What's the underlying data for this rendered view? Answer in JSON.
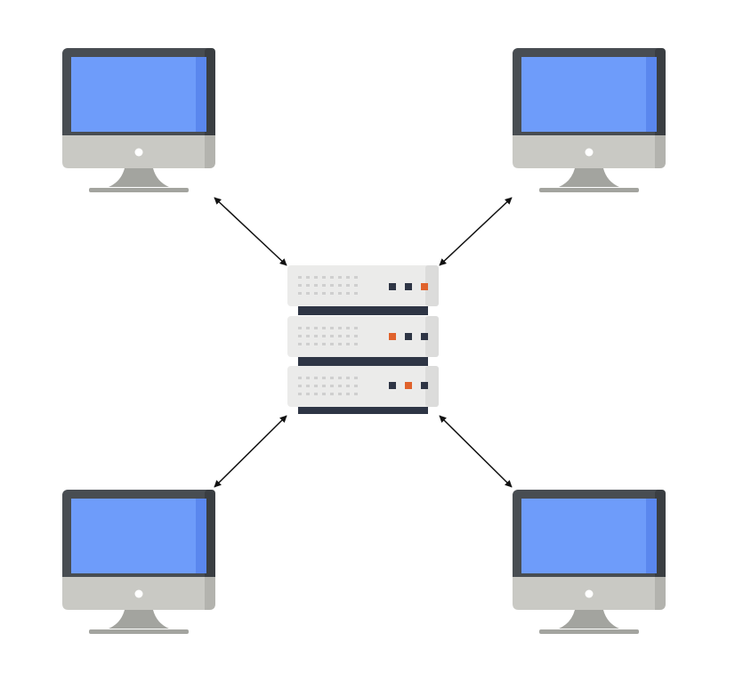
{
  "diagram": {
    "type": "client-server network",
    "nodes": [
      {
        "id": "computer-top-left",
        "kind": "desktop-computer",
        "icon": "monitor-icon"
      },
      {
        "id": "computer-top-right",
        "kind": "desktop-computer",
        "icon": "monitor-icon"
      },
      {
        "id": "computer-bottom-left",
        "kind": "desktop-computer",
        "icon": "monitor-icon"
      },
      {
        "id": "computer-bottom-right",
        "kind": "desktop-computer",
        "icon": "monitor-icon"
      },
      {
        "id": "server",
        "kind": "server-rack",
        "icon": "server-rack-icon",
        "units": 3
      }
    ],
    "edges": [
      {
        "from": "server",
        "to": "computer-top-left",
        "direction": "bidirectional"
      },
      {
        "from": "server",
        "to": "computer-top-right",
        "direction": "bidirectional"
      },
      {
        "from": "server",
        "to": "computer-bottom-left",
        "direction": "bidirectional"
      },
      {
        "from": "server",
        "to": "computer-bottom-right",
        "direction": "bidirectional"
      }
    ]
  },
  "colors": {
    "screen": "#6e9cfa",
    "screen_shadow": "#5a87ee",
    "bezel": "#484d52",
    "bezel_shadow": "#3a3e42",
    "chin": "#c9c9c4",
    "chin_shadow": "#b3b3ae",
    "stand": "#a3a49f",
    "server_unit": "#ebebea",
    "server_shadow": "#dcdcdb",
    "server_gap": "#2e3545",
    "led_dark": "#2e3545",
    "led_orange": "#e0622c",
    "vent": "#cfcfcf",
    "arrow": "#111111"
  }
}
